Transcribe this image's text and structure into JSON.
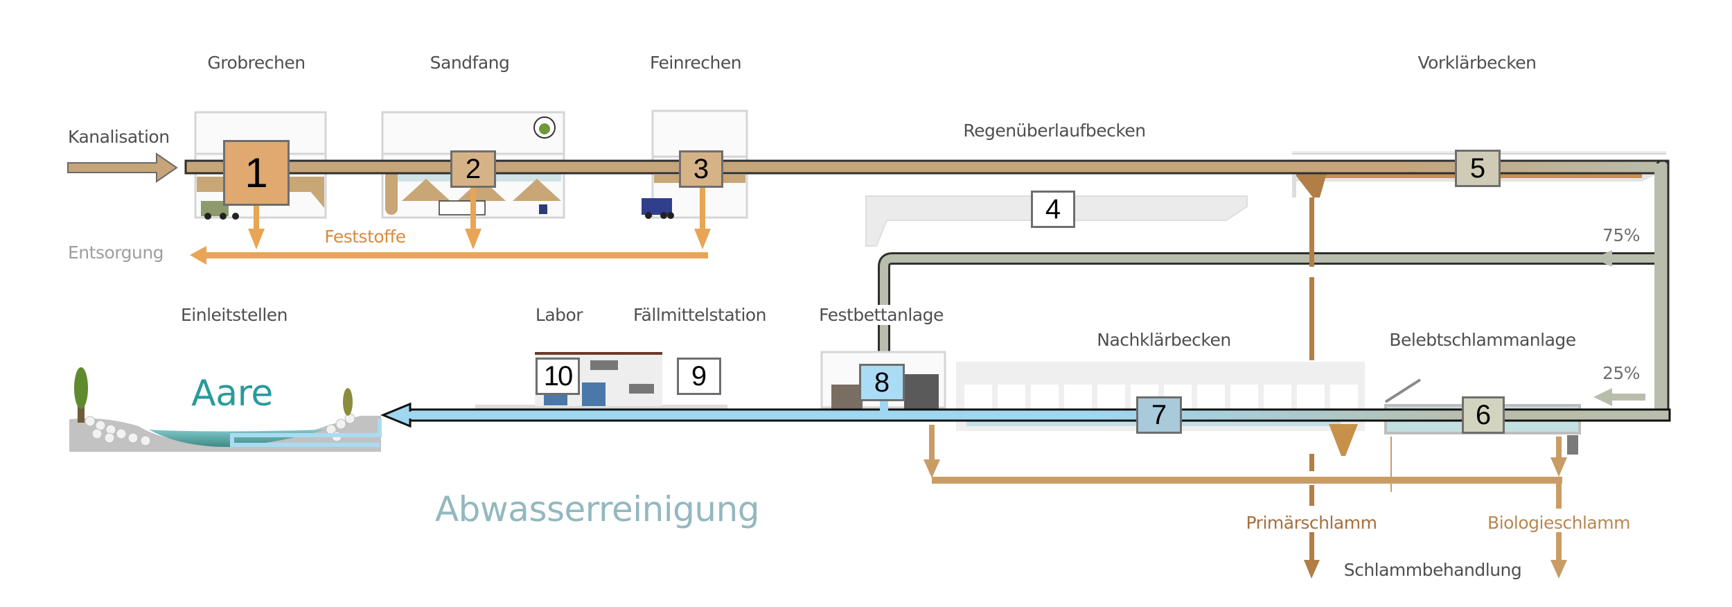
{
  "title": "Abwasserreinigung",
  "river": "Aare",
  "inlet_label": "Kanalisation",
  "disposal_label": "Entsorgung",
  "solids_label": "Feststoffe",
  "rain_basin_label": "Regenüberlaufbecken",
  "stages_top": [
    {
      "number": "1",
      "label": "Grobrechen"
    },
    {
      "number": "2",
      "label": "Sandfang"
    },
    {
      "number": "3",
      "label": "Feinrechen"
    },
    {
      "number": "4",
      "label": "Regenüberlaufbecken"
    },
    {
      "number": "5",
      "label": "Vorklärbecken"
    }
  ],
  "stages_bottom": [
    {
      "number": "6",
      "label": "Belebtschlammanlage"
    },
    {
      "number": "7",
      "label": "Nachklärbecken"
    },
    {
      "number": "8",
      "label": "Festbettanlage"
    },
    {
      "number": "9",
      "label": "Fällmittelstation"
    },
    {
      "number": "10",
      "label": "Labor"
    }
  ],
  "outlet_label": "Einleitstellen",
  "split": {
    "upper_percent": "75%",
    "lower_percent": "25%"
  },
  "sludge": {
    "primary": "Primärschlamm",
    "biological": "Biologieschlamm",
    "treatment": "Schlammbehandlung"
  },
  "colors": {
    "raw_pipe": "#c6a57a",
    "box1": "#dfa970",
    "box2": "#d6b387",
    "box5": "#cfcbb6",
    "box6": "#d3d4bf",
    "box7": "#a9cadb",
    "box8": "#aadcf5",
    "gray_pipe": "#b9bdac",
    "clean_pipe": "#9fd6f0",
    "solids": "#e8a555",
    "sludge": "#c99c66",
    "primary_sludge_text": "#a86e3c",
    "bio_sludge_text": "#b9874f",
    "aare_text": "#2a9a9c",
    "title_text": "#93b8bf"
  }
}
